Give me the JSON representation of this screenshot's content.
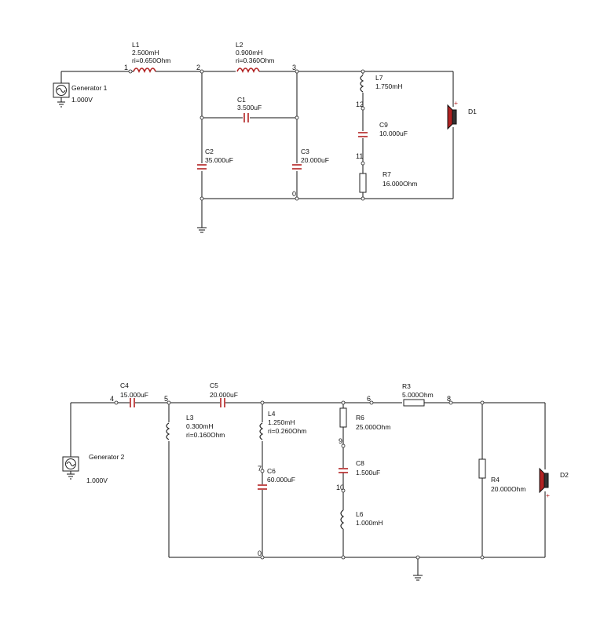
{
  "circuit1": {
    "generator": {
      "name": "Generator 1",
      "value": "1.000V"
    },
    "L1": {
      "name": "L1",
      "value": "2.500mH",
      "ri": "ri=0.650Ohm"
    },
    "L2": {
      "name": "L2",
      "value": "0.900mH",
      "ri": "ri=0.360Ohm"
    },
    "C1": {
      "name": "C1",
      "value": "3.500uF"
    },
    "C2": {
      "name": "C2",
      "value": "35.000uF"
    },
    "C3": {
      "name": "C3",
      "value": "20.000uF"
    },
    "L7": {
      "name": "L7",
      "value": "1.750mH"
    },
    "C9": {
      "name": "C9",
      "value": "10.000uF"
    },
    "R7": {
      "name": "R7",
      "value": "16.000Ohm"
    },
    "D1": {
      "name": "D1"
    },
    "nodes": {
      "n1": "1",
      "n2": "2",
      "n3": "3",
      "n12": "12",
      "n11": "11",
      "n0": "0"
    }
  },
  "circuit2": {
    "generator": {
      "name": "Generator 2",
      "value": "1.000V"
    },
    "C4": {
      "name": "C4",
      "value": "15.000uF"
    },
    "C5": {
      "name": "C5",
      "value": "20.000uF"
    },
    "L3": {
      "name": "L3",
      "value": "0.300mH",
      "ri": "ri=0.160Ohm"
    },
    "L4": {
      "name": "L4",
      "value": "1.250mH",
      "ri": "ri=0.260Ohm"
    },
    "C6": {
      "name": "C6",
      "value": "60.000uF"
    },
    "R6": {
      "name": "R6",
      "value": "25.000Ohm"
    },
    "C8": {
      "name": "C8",
      "value": "1.500uF"
    },
    "L6": {
      "name": "L6",
      "value": "1.000mH"
    },
    "R3": {
      "name": "R3",
      "value": "5.000Ohm"
    },
    "R4": {
      "name": "R4",
      "value": "20.000Ohm"
    },
    "D2": {
      "name": "D2"
    },
    "nodes": {
      "n4": "4",
      "n5": "5",
      "n6": "6",
      "n7": "7",
      "n8": "8",
      "n9": "9",
      "n10": "10",
      "n0": "0"
    }
  }
}
